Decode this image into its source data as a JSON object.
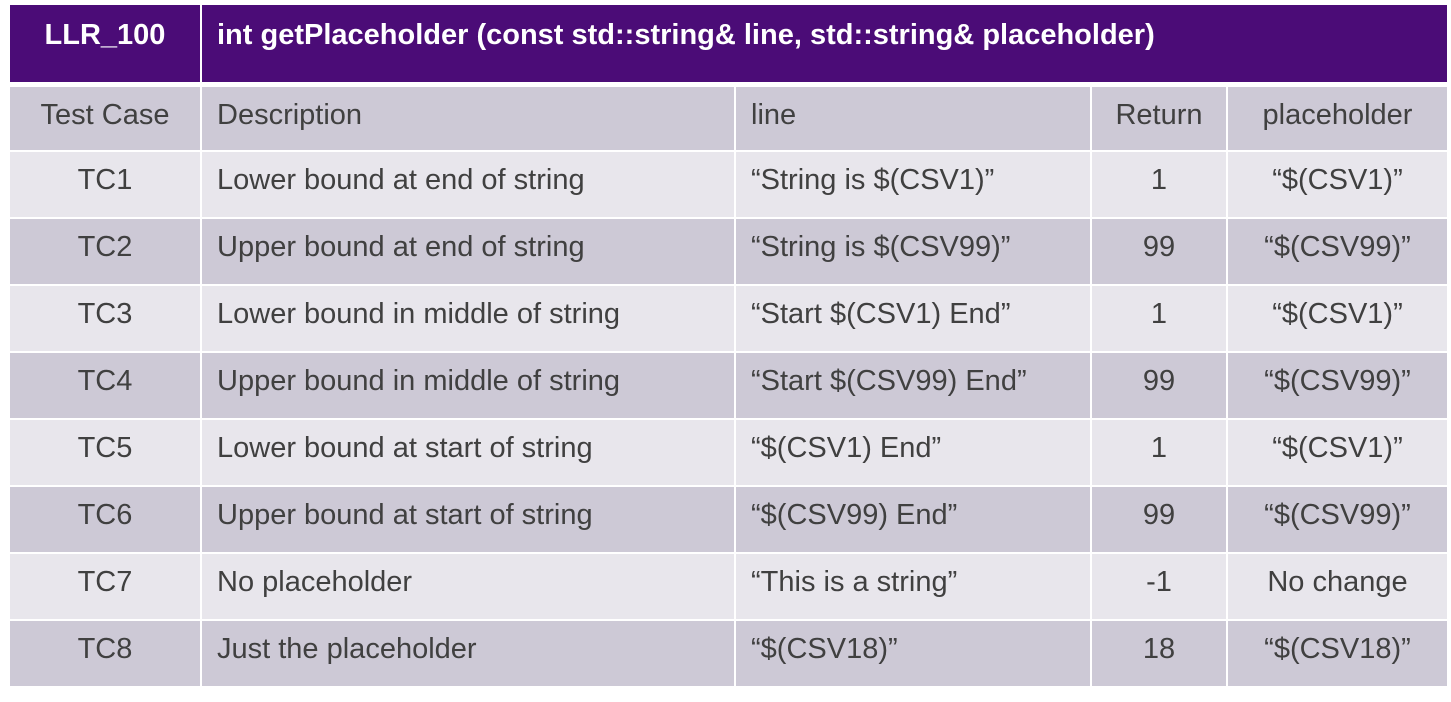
{
  "title": {
    "id": "LLR_100",
    "signature": "int getPlaceholder (const std::string& line, std::string& placeholder)"
  },
  "columns": [
    "Test Case",
    "Description",
    "line",
    "Return",
    "placeholder"
  ],
  "rows": [
    {
      "tc": "TC1",
      "description": "Lower bound at end of string",
      "line": "“String is $(CSV1)”",
      "return": "1",
      "placeholder": "“$(CSV1)”"
    },
    {
      "tc": "TC2",
      "description": "Upper bound at end of string",
      "line": "“String is $(CSV99)”",
      "return": "99",
      "placeholder": "“$(CSV99)”"
    },
    {
      "tc": "TC3",
      "description": "Lower bound in middle of string",
      "line": "“Start $(CSV1) End”",
      "return": "1",
      "placeholder": "“$(CSV1)”"
    },
    {
      "tc": "TC4",
      "description": "Upper bound in middle of string",
      "line": "“Start $(CSV99) End”",
      "return": "99",
      "placeholder": "“$(CSV99)”"
    },
    {
      "tc": "TC5",
      "description": "Lower bound at start of string",
      "line": "“$(CSV1) End”",
      "return": "1",
      "placeholder": "“$(CSV1)”"
    },
    {
      "tc": "TC6",
      "description": "Upper bound at start of string",
      "line": "“$(CSV99) End”",
      "return": "99",
      "placeholder": "“$(CSV99)”"
    },
    {
      "tc": "TC7",
      "description": "No placeholder",
      "line": "“This is a string”",
      "return": "-1",
      "placeholder": "No change"
    },
    {
      "tc": "TC8",
      "description": "Just the placeholder",
      "line": "“$(CSV18)”",
      "return": "18",
      "placeholder": "“$(CSV18)”"
    }
  ],
  "colors": {
    "title_bg": "#4b0c77",
    "header_bg": "#cdc9d6",
    "row_light": "#e8e6ec",
    "row_dark": "#cdc9d6",
    "text": "#404040"
  }
}
